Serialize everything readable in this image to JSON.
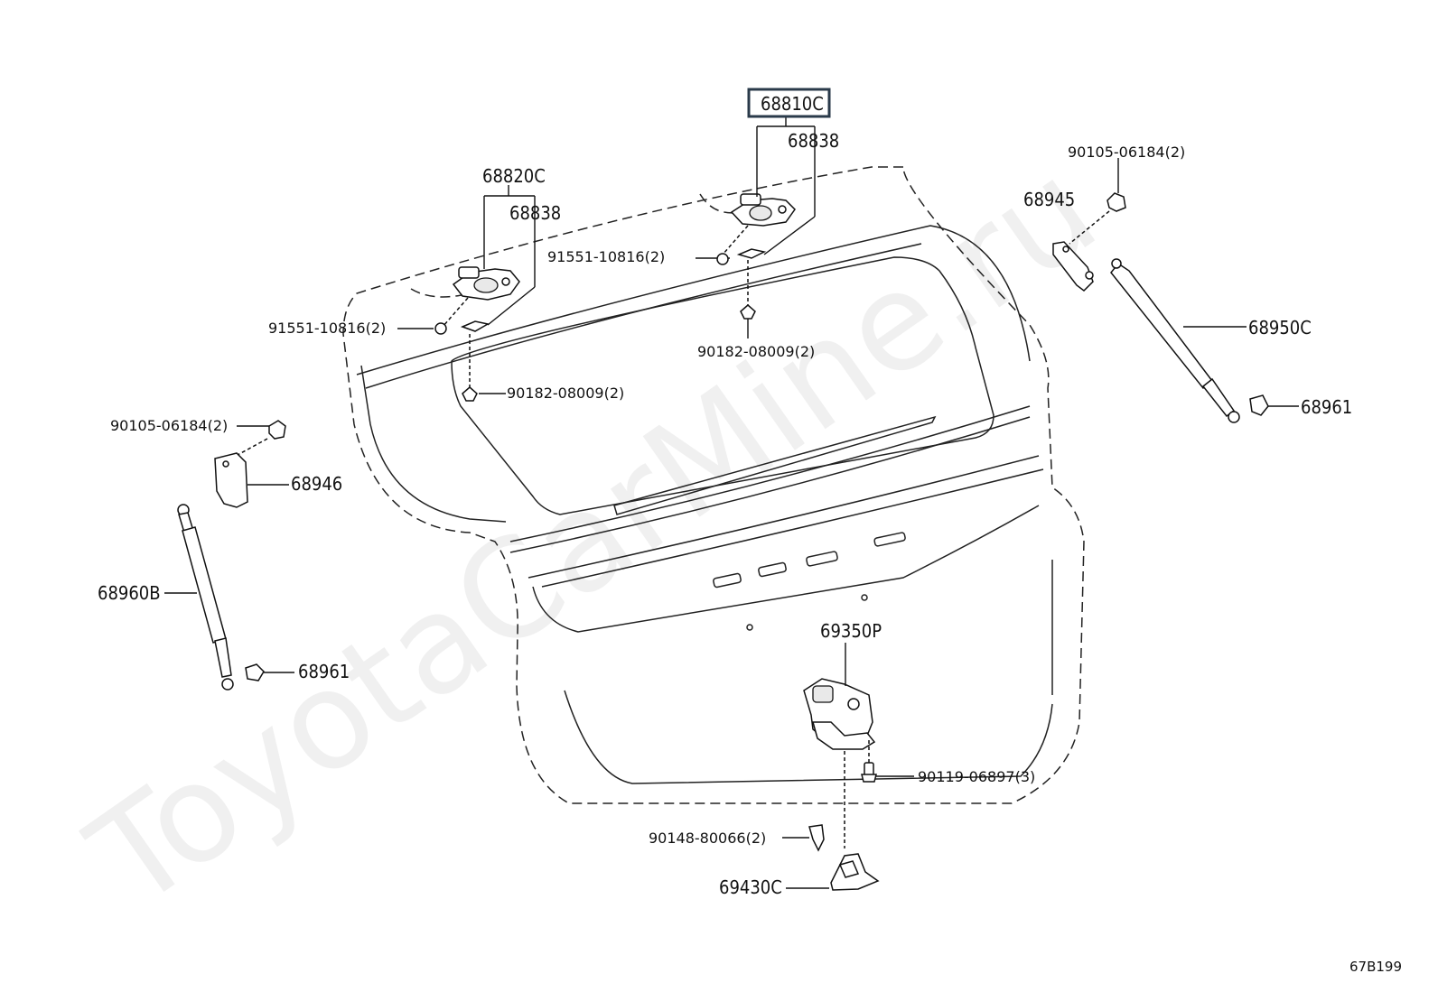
{
  "watermark": "ToyotaCarMine.ru",
  "diagram_code": "67B199",
  "callouts": {
    "hinge_right_assy": "68810C",
    "hinge_left_assy": "68820C",
    "hinge_right_shim": "68838",
    "hinge_left_shim": "68838",
    "hinge_right_bolt": "91551-10816(2)",
    "hinge_left_bolt": "91551-10816(2)",
    "hinge_right_nut": "90182-08009(2)",
    "hinge_left_nut": "90182-08009(2)",
    "stay_bracket_right_bolt": "90105-06184(2)",
    "stay_bracket_right": "68945",
    "damper_stay_right": "68950C",
    "ball_stud_right": "68961",
    "stay_bracket_left_bolt": "90105-06184(2)",
    "stay_bracket_left": "68946",
    "damper_stay_left": "68960B",
    "ball_stud_left": "68961",
    "lock_assy": "69350P",
    "lock_bolt": "90119-06897(3)",
    "striker_screw": "90148-80066(2)",
    "striker_cover": "69430C"
  },
  "highlight_color": "#2a3a4a"
}
